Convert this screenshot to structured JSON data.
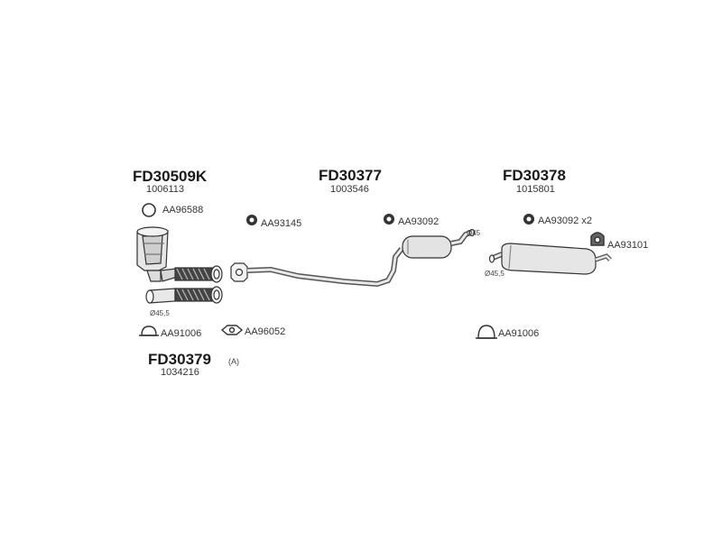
{
  "parts": {
    "catalyst_group": {
      "code": "FD30509K",
      "ref": "1006113"
    },
    "middle_pipe": {
      "code": "FD30377",
      "ref": "1003546"
    },
    "rear_silencer": {
      "code": "FD30378",
      "ref": "1015801"
    },
    "front_pipe": {
      "code": "FD30379",
      "variant": "(A)",
      "ref": "1034216"
    }
  },
  "accessories": {
    "a1": "AA96588",
    "a2": "AA93145",
    "a3": "AA93092",
    "a4": "AA93092 x2",
    "a5": "AA93101",
    "a6": "AA91006",
    "a7": "AA96052",
    "a8": "AA91006"
  },
  "diameters": {
    "d1": "Ø45,5",
    "d2": "Ø45",
    "d3": "Ø45,5"
  }
}
